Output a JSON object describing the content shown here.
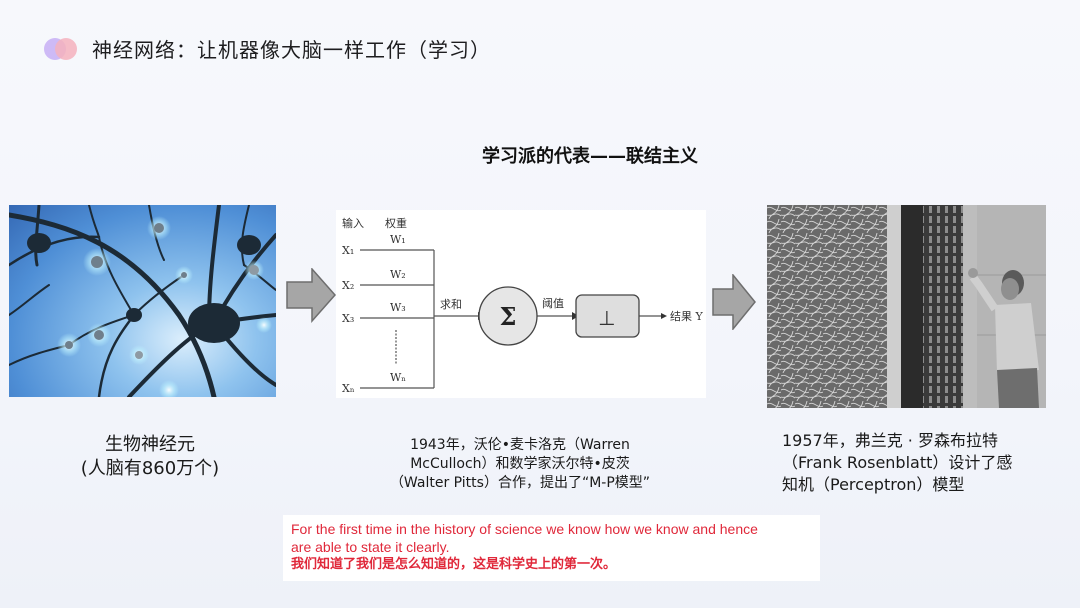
{
  "header": {
    "title": "神经网络：让机器像大脑一样工作（学习）",
    "logo_colors": [
      "#c9b3f5",
      "#f4b1bd"
    ]
  },
  "subtitle": "学习派的代表——联结主义",
  "images": {
    "neuron": {
      "alt": "biological-neurons-illustration"
    },
    "perceptron_photo": {
      "alt": "rosenblatt-perceptron-machine-photo"
    }
  },
  "diagram": {
    "header_inputs": "输入",
    "header_weights": "权重",
    "inputs": [
      "X₁",
      "X₂",
      "X₃",
      "Xₙ"
    ],
    "weights": [
      "W₁",
      "W₂",
      "W₃",
      "Wₙ"
    ],
    "sum_label": "求和",
    "sum_symbol": "Σ",
    "threshold_label": "阈值",
    "threshold_symbol": "⊥",
    "output_label": "结果 Y"
  },
  "captions": {
    "neuron": [
      "生物神经元",
      "(人脑有860万个)"
    ],
    "mp_model": [
      "1943年，沃伦•麦卡洛克（Warren",
      "McCulloch）和数学家沃尔特•皮茨",
      "（Walter  Pitts）合作，提出了“M-P模型”"
    ],
    "perceptron": [
      "1957年，弗兰克 · 罗森布拉特",
      "（Frank  Rosenblatt）设计了感",
      "知机（Perceptron）模型"
    ]
  },
  "quote": {
    "en_line1": "For the first time in the history of science we know how we know and hence",
    "en_line2": "are able to state it clearly.",
    "zh": "我们知道了我们是怎么知道的，这是科学史上的第一次。",
    "color": "#e0283a"
  },
  "colors": {
    "arrow_fill": "#a6a6a6",
    "arrow_stroke": "#6e6e6e",
    "background": "#f5f7fc"
  }
}
